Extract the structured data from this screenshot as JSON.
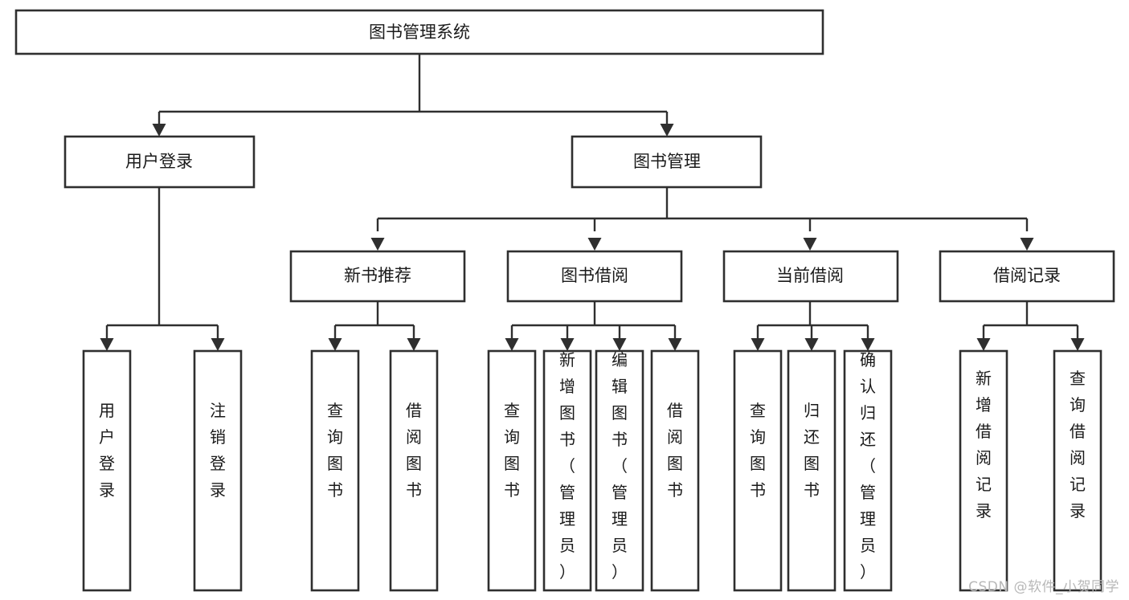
{
  "diagram": {
    "title": "图书管理系统",
    "type": "tree-hierarchy-diagram",
    "orientation": "top-down",
    "colors": {
      "box_stroke": "#2f2f2f",
      "box_fill": "#ffffff",
      "connector": "#2f2f2f",
      "text": "#1a1a1a",
      "background": "#ffffff",
      "watermark": "#b8b8b8"
    },
    "root": {
      "label": "图书管理系统",
      "orientation": "horizontal"
    },
    "level2": [
      {
        "label": "用户登录",
        "orientation": "horizontal"
      },
      {
        "label": "图书管理",
        "orientation": "horizontal"
      }
    ],
    "level3": [
      {
        "label": "新书推荐",
        "orientation": "horizontal"
      },
      {
        "label": "图书借阅",
        "orientation": "horizontal"
      },
      {
        "label": "当前借阅",
        "orientation": "horizontal"
      },
      {
        "label": "借阅记录",
        "orientation": "horizontal"
      }
    ],
    "leaves": {
      "user_login": [
        {
          "label": "用户登录",
          "orientation": "vertical"
        },
        {
          "label": "注销登录",
          "orientation": "vertical"
        }
      ],
      "new_book_recommend": [
        {
          "label": "查询图书",
          "orientation": "vertical"
        },
        {
          "label": "借阅图书",
          "orientation": "vertical"
        }
      ],
      "book_borrow": [
        {
          "label": "查询图书",
          "orientation": "vertical"
        },
        {
          "label": "新增图书（管理员）",
          "orientation": "vertical"
        },
        {
          "label": "编辑图书（管理员）",
          "orientation": "vertical"
        },
        {
          "label": "借阅图书",
          "orientation": "vertical"
        }
      ],
      "current_borrow": [
        {
          "label": "查询图书",
          "orientation": "vertical"
        },
        {
          "label": "归还图书",
          "orientation": "vertical"
        },
        {
          "label": "确认归还（管理员）",
          "orientation": "vertical"
        }
      ],
      "borrow_record": [
        {
          "label": "新增借阅记录",
          "orientation": "vertical"
        },
        {
          "label": "查询借阅记录",
          "orientation": "vertical"
        }
      ]
    }
  },
  "watermark": {
    "text": "CSDN @软件_小贺同学"
  }
}
